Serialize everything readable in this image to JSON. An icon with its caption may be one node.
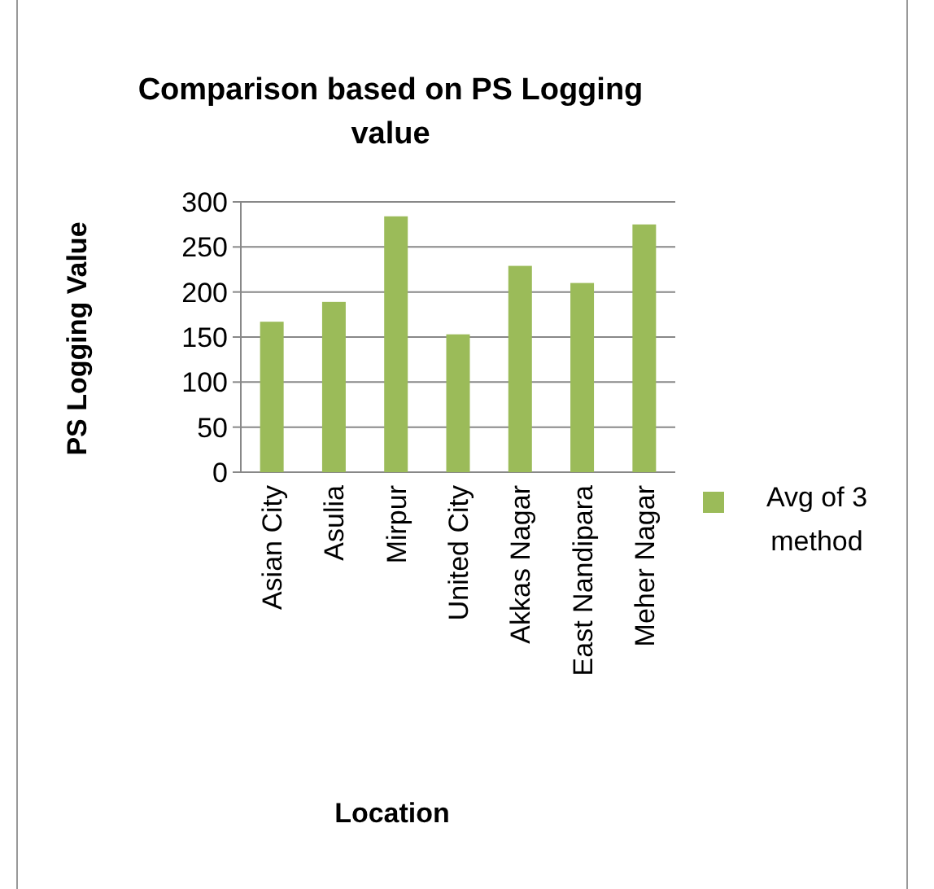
{
  "diagram": {
    "chart_data": {
      "type": "bar",
      "title": "Comparison based on PS Logging value",
      "xlabel": "Location",
      "ylabel": "PS Logging Value",
      "categories": [
        "Asian City",
        "Asulia",
        "Mirpur",
        "United City",
        "Akkas Nagar",
        "East Nandipara",
        "Meher Nagar"
      ],
      "series": [
        {
          "name": "Avg of 3 method",
          "color": "#9bbb59",
          "values": [
            167,
            189,
            284,
            153,
            229,
            210,
            275
          ]
        }
      ],
      "ylim": [
        0,
        300
      ],
      "grid": "y",
      "yticks": [
        0,
        50,
        100,
        150,
        200,
        250,
        300
      ]
    }
  }
}
